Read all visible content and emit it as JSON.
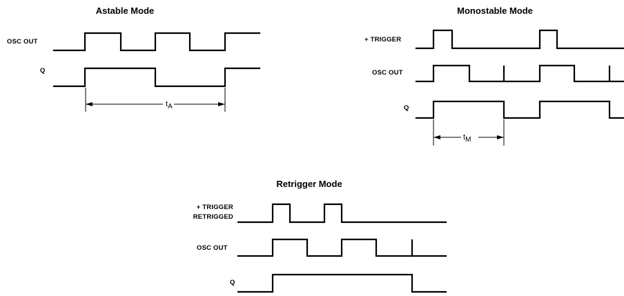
{
  "astable": {
    "title": "Astable Mode",
    "osc_label": "OSC OUT",
    "q_label": "Q",
    "period_label": "t",
    "period_sub": "A"
  },
  "monostable": {
    "title": "Monostable Mode",
    "trigger_label": "+ TRIGGER",
    "osc_label": "OSC OUT",
    "q_label": "Q",
    "period_label": "t",
    "period_sub": "M"
  },
  "retrigger": {
    "title": "Retrigger Mode",
    "trigger_label_1": "+ TRIGGER",
    "trigger_label_2": "RETRIGGED",
    "osc_label": "OSC OUT",
    "q_label": "Q"
  }
}
